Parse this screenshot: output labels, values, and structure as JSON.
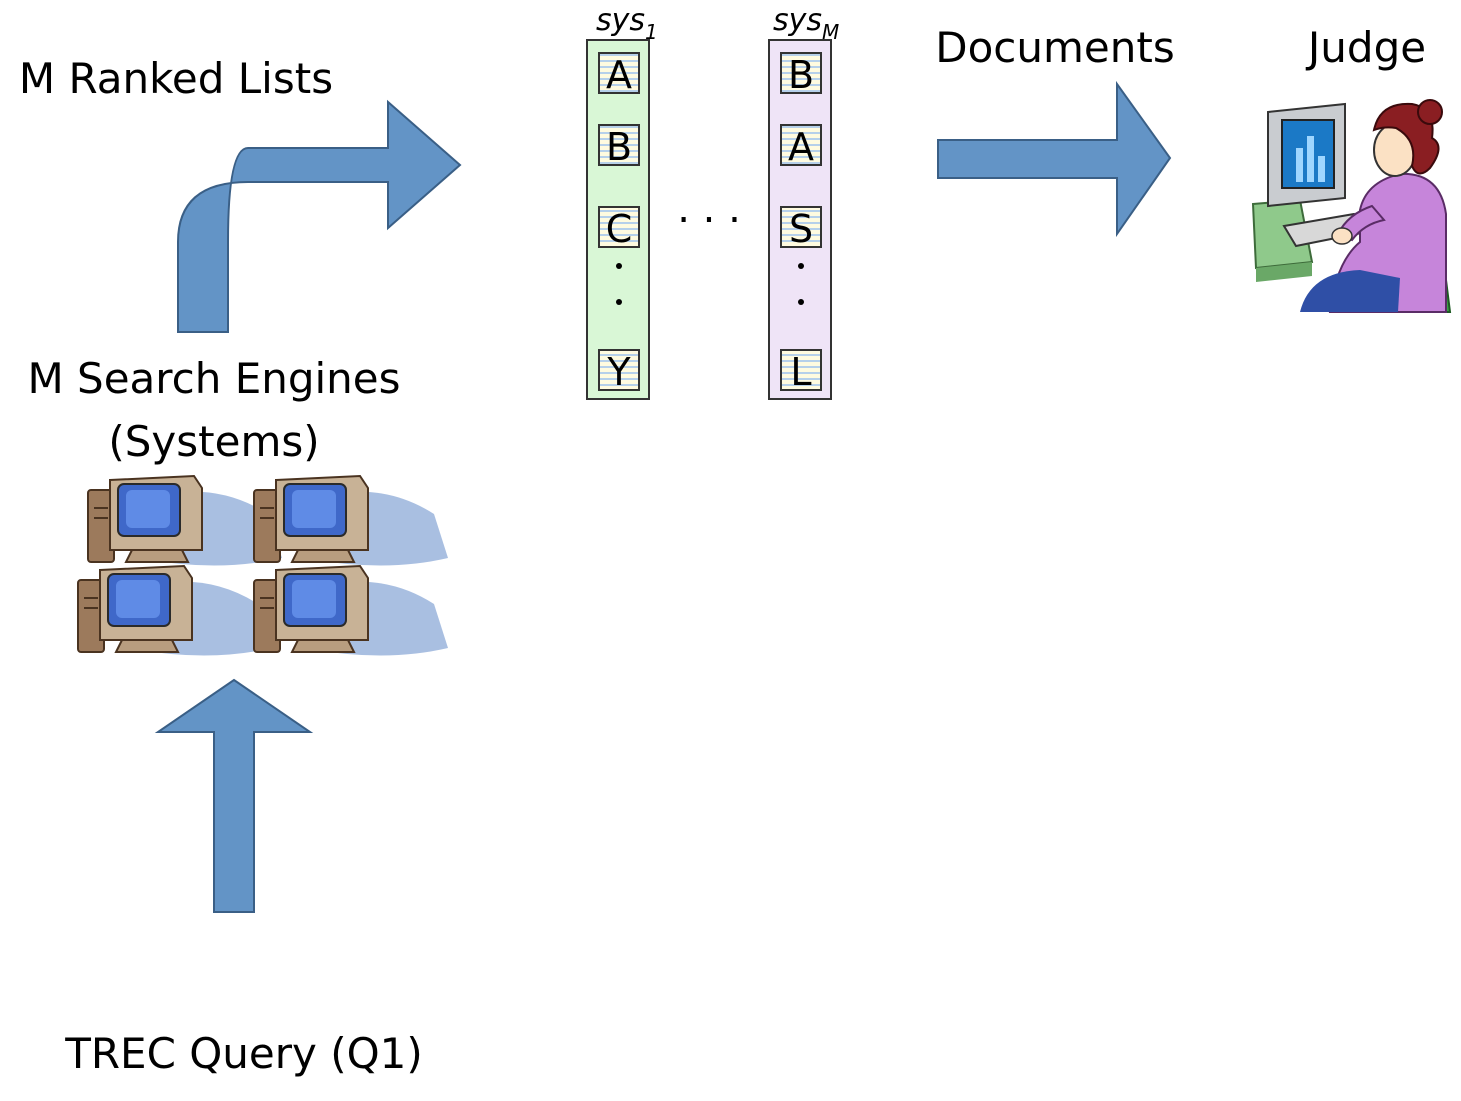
{
  "labels": {
    "ranked_lists": "M Ranked Lists",
    "search_engines_line1": "M Search Engines",
    "search_engines_line2": "(Systems)",
    "query": "TREC Query (Q1)",
    "documents": "Documents",
    "judge": "Judge"
  },
  "system_lists": [
    {
      "name": "sys",
      "subscript": "1",
      "color": "#d9f7d6",
      "items": [
        "A",
        "B",
        "C",
        "Y"
      ]
    },
    {
      "name": "sys",
      "subscript": "M",
      "color": "#efe4f7",
      "items": [
        "B",
        "A",
        "S",
        "L"
      ]
    }
  ],
  "ellipsis": ". . .",
  "colors": {
    "arrow_fill": "#6394c6",
    "arrow_stroke": "#3a5f86",
    "doc_stripe": "#b6d0ea"
  },
  "icons": {
    "computers": "desktop-computer-icon",
    "judge": "person-at-computer-icon"
  }
}
